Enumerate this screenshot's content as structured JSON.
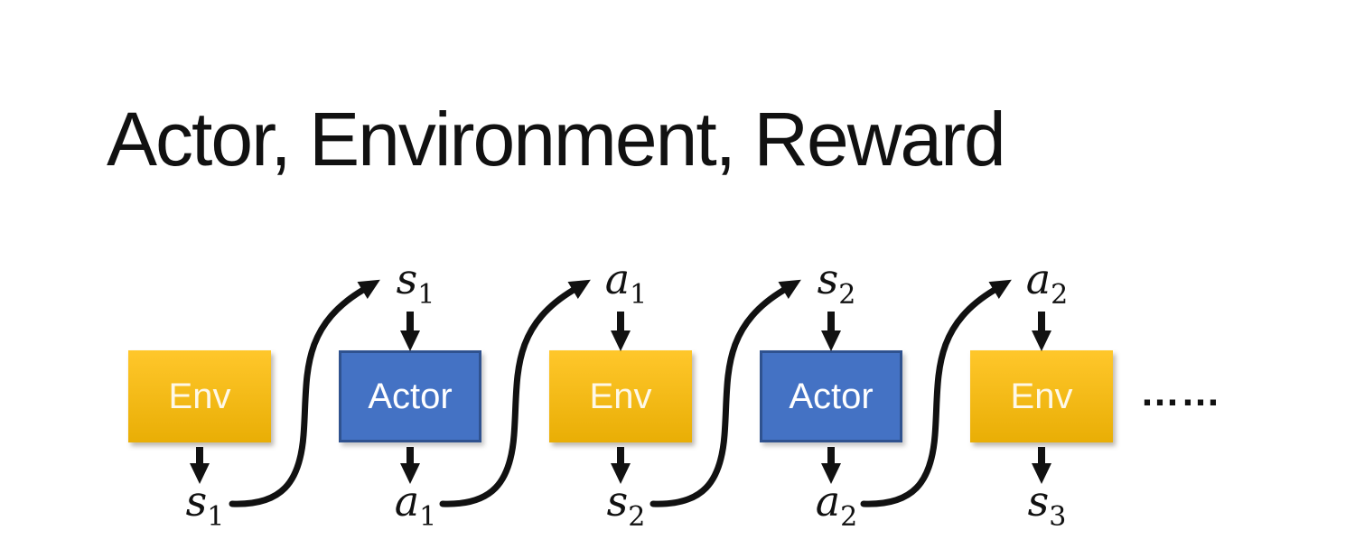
{
  "slide": {
    "title": "Actor, Environment, Reward",
    "ellipsis": "……"
  },
  "colors": {
    "ink": "#111111",
    "env_grad_top": "#FFC72B",
    "env_grad_bottom": "#E9AE05",
    "env_text": "#FEF8E8",
    "actor_fill": "#4472C4",
    "actor_border": "#2F528F",
    "actor_text": "#FFFFFF"
  },
  "diagram": {
    "boxes": [
      {
        "label": "Env",
        "type": "env"
      },
      {
        "label": "Actor",
        "type": "actor"
      },
      {
        "label": "Env",
        "type": "env"
      },
      {
        "label": "Actor",
        "type": "actor"
      },
      {
        "label": "Env",
        "type": "env"
      }
    ],
    "top_labels": [
      {
        "base": "s",
        "sub": "1"
      },
      {
        "base": "a",
        "sub": "1"
      },
      {
        "base": "s",
        "sub": "2"
      },
      {
        "base": "a",
        "sub": "2"
      }
    ],
    "bottom_labels": [
      {
        "base": "s",
        "sub": "1"
      },
      {
        "base": "a",
        "sub": "1"
      },
      {
        "base": "s",
        "sub": "2"
      },
      {
        "base": "a",
        "sub": "2"
      },
      {
        "base": "s",
        "sub": "3"
      }
    ]
  }
}
